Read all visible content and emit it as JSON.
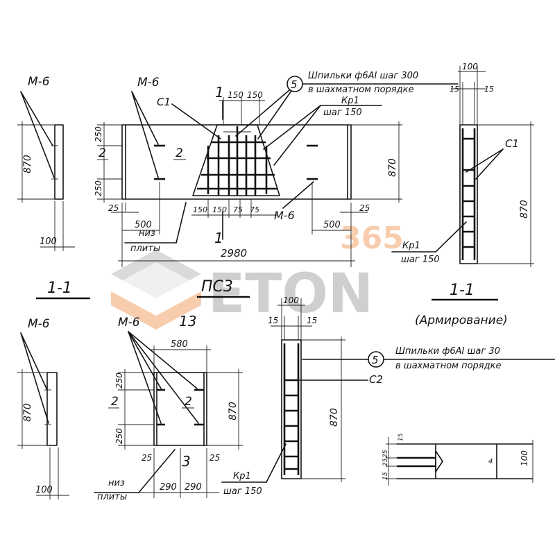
{
  "labels": {
    "m6": "M-6",
    "c1": "C1",
    "c2": "C2",
    "kp1": "Кр1",
    "shag150": "шаг 150",
    "section_11": "1-1",
    "cut_1": "1",
    "cut_2": "2",
    "cut_3": "3",
    "section_13": "13",
    "ps3": "ПС3",
    "niz": "низ",
    "plity": "плиты",
    "armirovanie": "(Армирование)",
    "marker_5": "5",
    "shpilki": "Шпильки ф6АI шаг 300",
    "shpilki_cut": "Шпильки ф6АI шаг 30",
    "shakhmat": "в шахматном порядке"
  },
  "dims": {
    "d870": "870",
    "d100": "100",
    "d250": "250",
    "d25": "25",
    "d500": "500",
    "d2980": "2980",
    "d150": "150",
    "d75": "75",
    "d15": "15",
    "d580": "580",
    "d290": "290",
    "d4": "4"
  },
  "watermark": {
    "brand": "ETON",
    "number": "365",
    "color_gray": "#9a9a9a",
    "color_orange": "#f2a66b"
  }
}
